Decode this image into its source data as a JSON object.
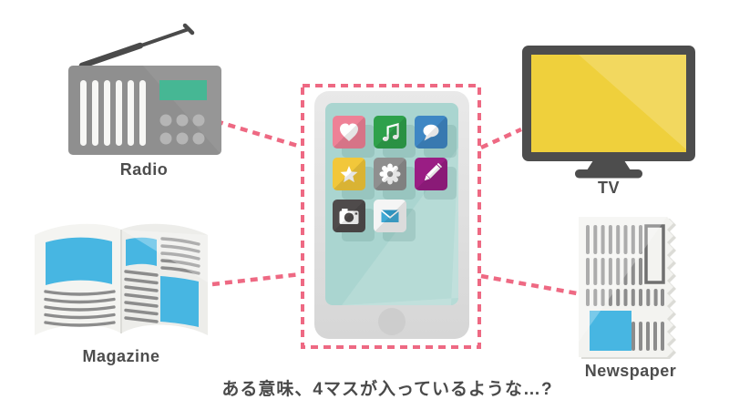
{
  "caption": {
    "text": "ある意味、4マスが入っているような…?"
  },
  "palette": {
    "connector_pink": "#ee6983",
    "label_gray": "#4d4d4d",
    "phone_screen": "#aad5d0",
    "tv_screen_yellow": "#efd03c",
    "radio_display_teal": "#46b794",
    "media_blue": "#47b6e2"
  },
  "devices": {
    "radio": {
      "label": "Radio"
    },
    "tv": {
      "label": "TV"
    },
    "magazine": {
      "label": "Magazine"
    },
    "newspaper": {
      "label": "Newspaper"
    }
  },
  "phone": {
    "apps": [
      {
        "name": "likes",
        "icon": "heart-icon",
        "color": "#ee8196"
      },
      {
        "name": "music",
        "icon": "music-note-icon",
        "color": "#2ea14b"
      },
      {
        "name": "chat",
        "icon": "speech-bubble-icon",
        "color": "#3e87c4"
      },
      {
        "name": "favorites",
        "icon": "star-icon",
        "color": "#f2c73a"
      },
      {
        "name": "settings",
        "icon": "gear-icon",
        "color": "#8f8f8f"
      },
      {
        "name": "notes",
        "icon": "pencil-icon",
        "color": "#9a1d84"
      },
      {
        "name": "camera",
        "icon": "camera-icon",
        "color": "#4f4b4b"
      },
      {
        "name": "mail",
        "icon": "envelope-icon",
        "color": "#f5f5f5",
        "envelope_color": "#3fa9d5",
        "flap_color": "#2e94c0"
      }
    ]
  }
}
